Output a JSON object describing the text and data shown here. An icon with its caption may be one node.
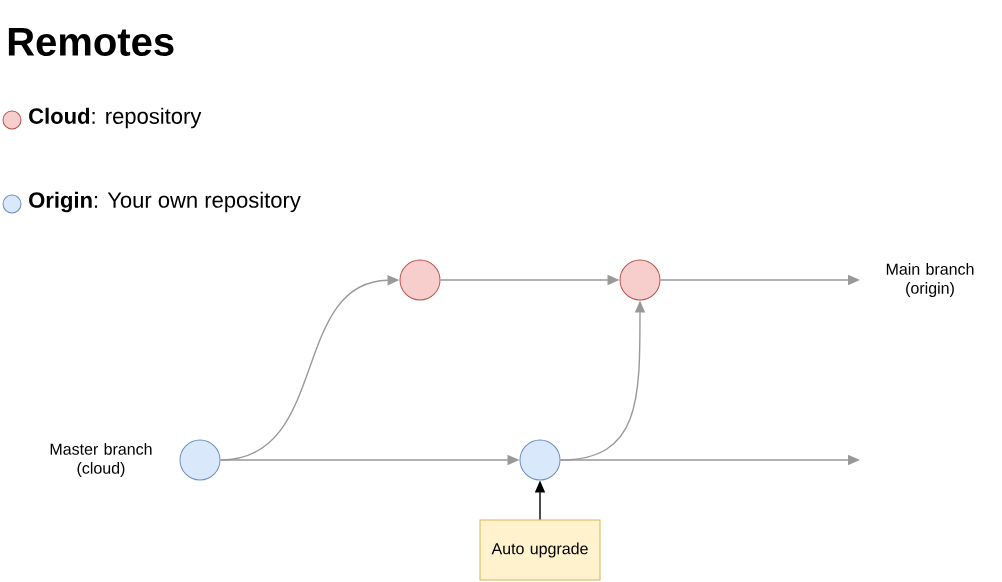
{
  "diagram": {
    "title": "Remotes",
    "nodes": [
      {
        "text": [],
        "shape": "circle",
        "beside": [
          "Master branch (cloud)"
        ]
      },
      {
        "text": [],
        "shape": "circle"
      },
      {
        "text": [],
        "shape": "circle"
      },
      {
        "text": [],
        "shape": "circle"
      },
      {
        "text": [
          "Main branch (origin)"
        ]
      },
      {
        "text": [
          "Auto upgrade"
        ]
      }
    ],
    "edges": [
      {
        "from": 0,
        "to": 1,
        "arrow": "to"
      },
      {
        "from": 1,
        "to": 2,
        "arrow": "to"
      },
      {
        "from": 2,
        "to": 4,
        "arrow": "to"
      },
      {
        "from": 0,
        "to": 3,
        "arrow": "to"
      },
      {
        "from": 3,
        "to": 2,
        "arrow": "to"
      },
      {
        "from": 3,
        "to": null,
        "arrow": "to"
      },
      {
        "from": 5,
        "to": 3,
        "arrow": "to",
        "color": "#000000"
      }
    ],
    "legend": [
      {
        "text": "**Cloud**: repository",
        "color": "#f8cecc"
      },
      {
        "text": "**Origin**: Your own repository",
        "color": "#dae8fc"
      }
    ]
  }
}
